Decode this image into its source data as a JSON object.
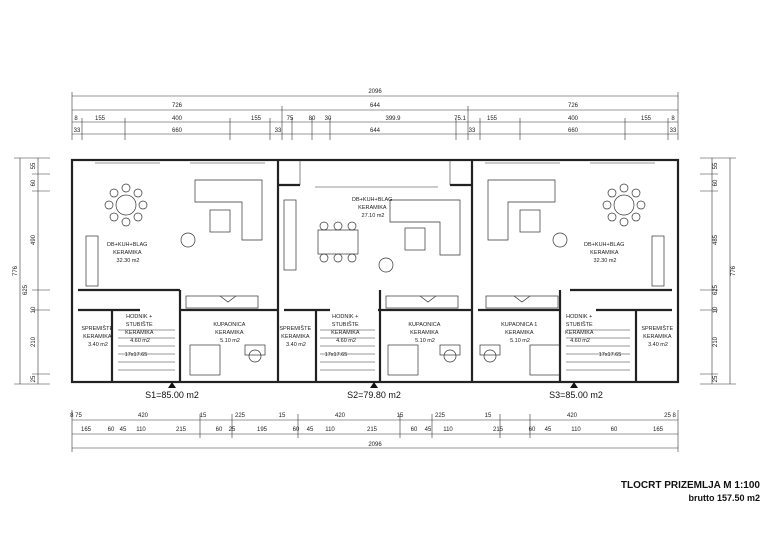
{
  "dims": {
    "overall_top": "2096",
    "top_row2": [
      "726",
      "644",
      "726"
    ],
    "top_row3": [
      "8",
      "155",
      "400",
      "155",
      "75",
      "80",
      "30",
      "399.9",
      "75.1",
      "155",
      "400",
      "155",
      "8"
    ],
    "top_row4": [
      "33",
      "660",
      "33",
      "644",
      "33",
      "660",
      "33"
    ],
    "overall_bottom": "2096",
    "bottom_row1": [
      "8 75",
      "420",
      "15",
      "225",
      "15",
      "420",
      "15",
      "225",
      "15",
      "420",
      "25 8"
    ],
    "bottom_row2": [
      "165",
      "60",
      "45",
      "110",
      "215",
      "60",
      "25",
      "195",
      "60",
      "45",
      "110",
      "215",
      "60",
      "45",
      "110",
      "215",
      "60",
      "45",
      "110",
      "60",
      "165"
    ],
    "left_outer": "776",
    "left_inner": [
      "55",
      "60",
      "490",
      "625",
      "10",
      "210",
      "25"
    ],
    "right_outer": "776",
    "right_inner": [
      "55",
      "60",
      "485",
      "625",
      "10",
      "210",
      "25"
    ]
  },
  "units": [
    {
      "label": "S1=85.00 m2",
      "living": [
        "DB+KUH+BLAG",
        "KERAMIKA",
        "32.30 m2"
      ],
      "pantry": [
        "SPREMIŠTE",
        "KERAMIKA",
        "3.40 m2"
      ],
      "hall": [
        "HODNIK +",
        "STUBIŠTE",
        "KERAMIKA",
        "4.60 m2"
      ],
      "bath": [
        "KUPAONICA",
        "KERAMIKA",
        "5.10 m2"
      ],
      "stairs": "17x17.65"
    },
    {
      "label": "S2=79.80 m2",
      "living": [
        "DB+KUH+BLAG",
        "KERAMIKA",
        "27.10 m2"
      ],
      "pantry": [
        "SPREMIŠTE",
        "KERAMIKA",
        "3.40 m2"
      ],
      "hall": [
        "HODNIK +",
        "STUBIŠTE",
        "KERAMIKA",
        "4.60 m2"
      ],
      "bath": [
        "KUPAONICA",
        "KERAMIKA",
        "5.10 m2"
      ],
      "stairs": "17x17.65"
    },
    {
      "label": "S3=85.00 m2",
      "living": [
        "DB+KUH+BLAG",
        "KERAMIKA",
        "32.30 m2"
      ],
      "pantry": [
        "SPREMIŠTE",
        "KERAMIKA",
        "3.40 m2"
      ],
      "hall": [
        "HODNIK +",
        "STUBIŠTE",
        "KERAMIKA",
        "4.60 m2"
      ],
      "bath": [
        "KUPAONICA 1",
        "KERAMIKA",
        "5.10 m2"
      ],
      "stairs": "17x17.65"
    }
  ],
  "title": {
    "line1": "TLOCRT PRIZEMLJA  M 1:100",
    "line2": "brutto 157.50 m2"
  }
}
